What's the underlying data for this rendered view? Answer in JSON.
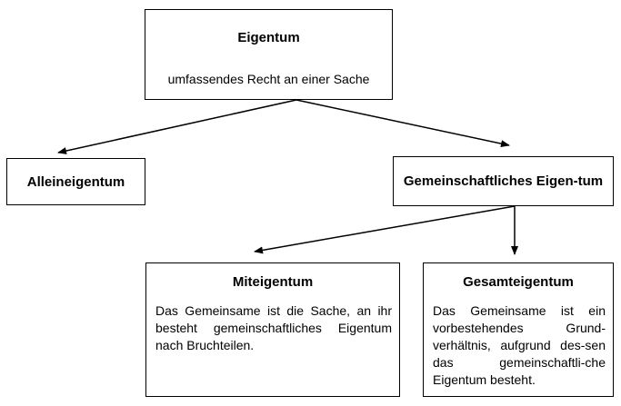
{
  "root": {
    "title": "Eigentum",
    "subtitle": "umfassendes Recht an einer Sache"
  },
  "alleineigentum": {
    "title": "Alleineigentum"
  },
  "gemeinschaftlich": {
    "title": "Gemeinschaftliches Eigen-tum"
  },
  "miteigentum": {
    "title": "Miteigentum",
    "text": "Das Gemeinsame ist die Sache, an ihr besteht gemeinschaftliches Eigentum nach Bruchteilen."
  },
  "gesamteigentum": {
    "title": "Gesamteigentum",
    "text": "Das Gemeinsame ist ein vorbestehendes Grund-verhältnis, aufgrund des-sen das gemeinschaftli-che Eigentum besteht."
  },
  "colors": {
    "line": "#000000",
    "background": "#ffffff"
  }
}
